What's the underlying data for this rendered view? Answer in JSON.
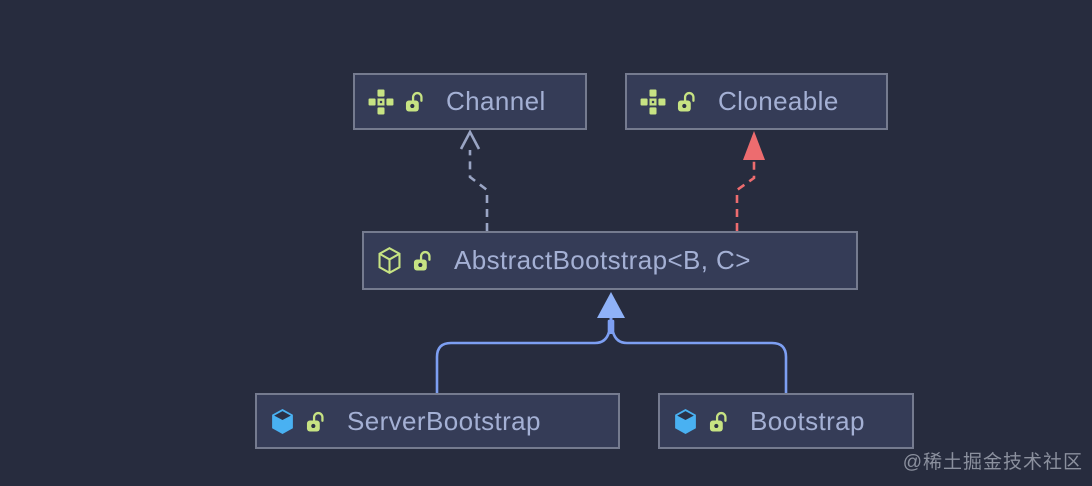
{
  "diagram": {
    "title": "UML class diagram - Netty Bootstrap hierarchy",
    "nodes": [
      {
        "label": "Channel",
        "kind": "interface",
        "visibility": "public"
      },
      {
        "label": "Cloneable",
        "kind": "interface",
        "visibility": "public"
      },
      {
        "label": "AbstractBootstrap<B, C>",
        "kind": "abstract-class",
        "visibility": "public"
      },
      {
        "label": "ServerBootstrap",
        "kind": "class",
        "visibility": "public"
      },
      {
        "label": "Bootstrap",
        "kind": "class",
        "visibility": "public"
      }
    ],
    "edges": [
      {
        "from": "AbstractBootstrap<B, C>",
        "to": "Channel",
        "type": "realization",
        "style": "dashed",
        "arrowhead": "open",
        "color": "#9aa5c4"
      },
      {
        "from": "AbstractBootstrap<B, C>",
        "to": "Cloneable",
        "type": "realization",
        "style": "dashed",
        "arrowhead": "filled-triangle",
        "color": "#ed6c6f"
      },
      {
        "from": "ServerBootstrap",
        "to": "AbstractBootstrap<B, C>",
        "type": "inheritance",
        "style": "solid",
        "arrowhead": "filled-triangle",
        "color": "#7d9ff2"
      },
      {
        "from": "Bootstrap",
        "to": "AbstractBootstrap<B, C>",
        "type": "inheritance",
        "style": "solid",
        "arrowhead": "filled-triangle",
        "color": "#7d9ff2"
      }
    ]
  },
  "colors": {
    "background": "#272c3e",
    "node_fill": "#353c57",
    "node_border": "#757b8f",
    "label_text": "#a4b0d4",
    "icon_green": "#c7e383",
    "icon_blue": "#49b1f2",
    "edge_inheritance_blue": "#7d9ff2",
    "edge_realization_red": "#ed6c6f",
    "edge_realization_gray": "#9aa5c4",
    "watermark_text": "#8b909e"
  },
  "watermark": {
    "text": "@稀土掘金技术社区"
  }
}
